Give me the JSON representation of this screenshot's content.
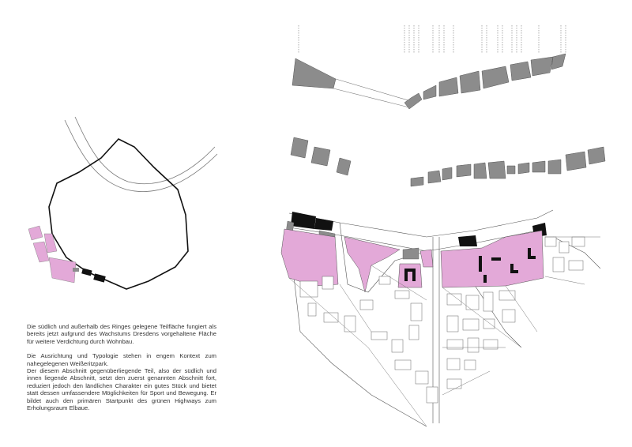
{
  "colors": {
    "highlight_pink": "#e3a9d8",
    "building_grey": "#8c8c8c",
    "building_black": "#111111",
    "line_grey": "#555555",
    "text": "#333333"
  },
  "description": {
    "paragraph1": "Die südlich und außerhalb des Ringes gelegene Teilfläche fungiert als bereits jetzt aufgrund des Wachstums Dresdens vorgehaltene Fläche für weitere Verdichtung durch Wohnbau.",
    "paragraph2": "Die Ausrichtung und Typologie stehen in engem Kontext zum nahegelegenen Weißeritzpark.",
    "paragraph3": "Der diesem Abschnitt gegenüberliegende Teil, also der südlich und innen liegende Abschnitt, setzt den zuerst genannten Abschnitt fort, reduziert jedoch den ländlichen Charakter ein gutes Stück und bietet statt dessen umfassendere Möglichkeiten für Sport und Bewegung. Er bildet auch den primären Startpunkt des grünen Highways zum Erholungsraum Elbaue."
  }
}
